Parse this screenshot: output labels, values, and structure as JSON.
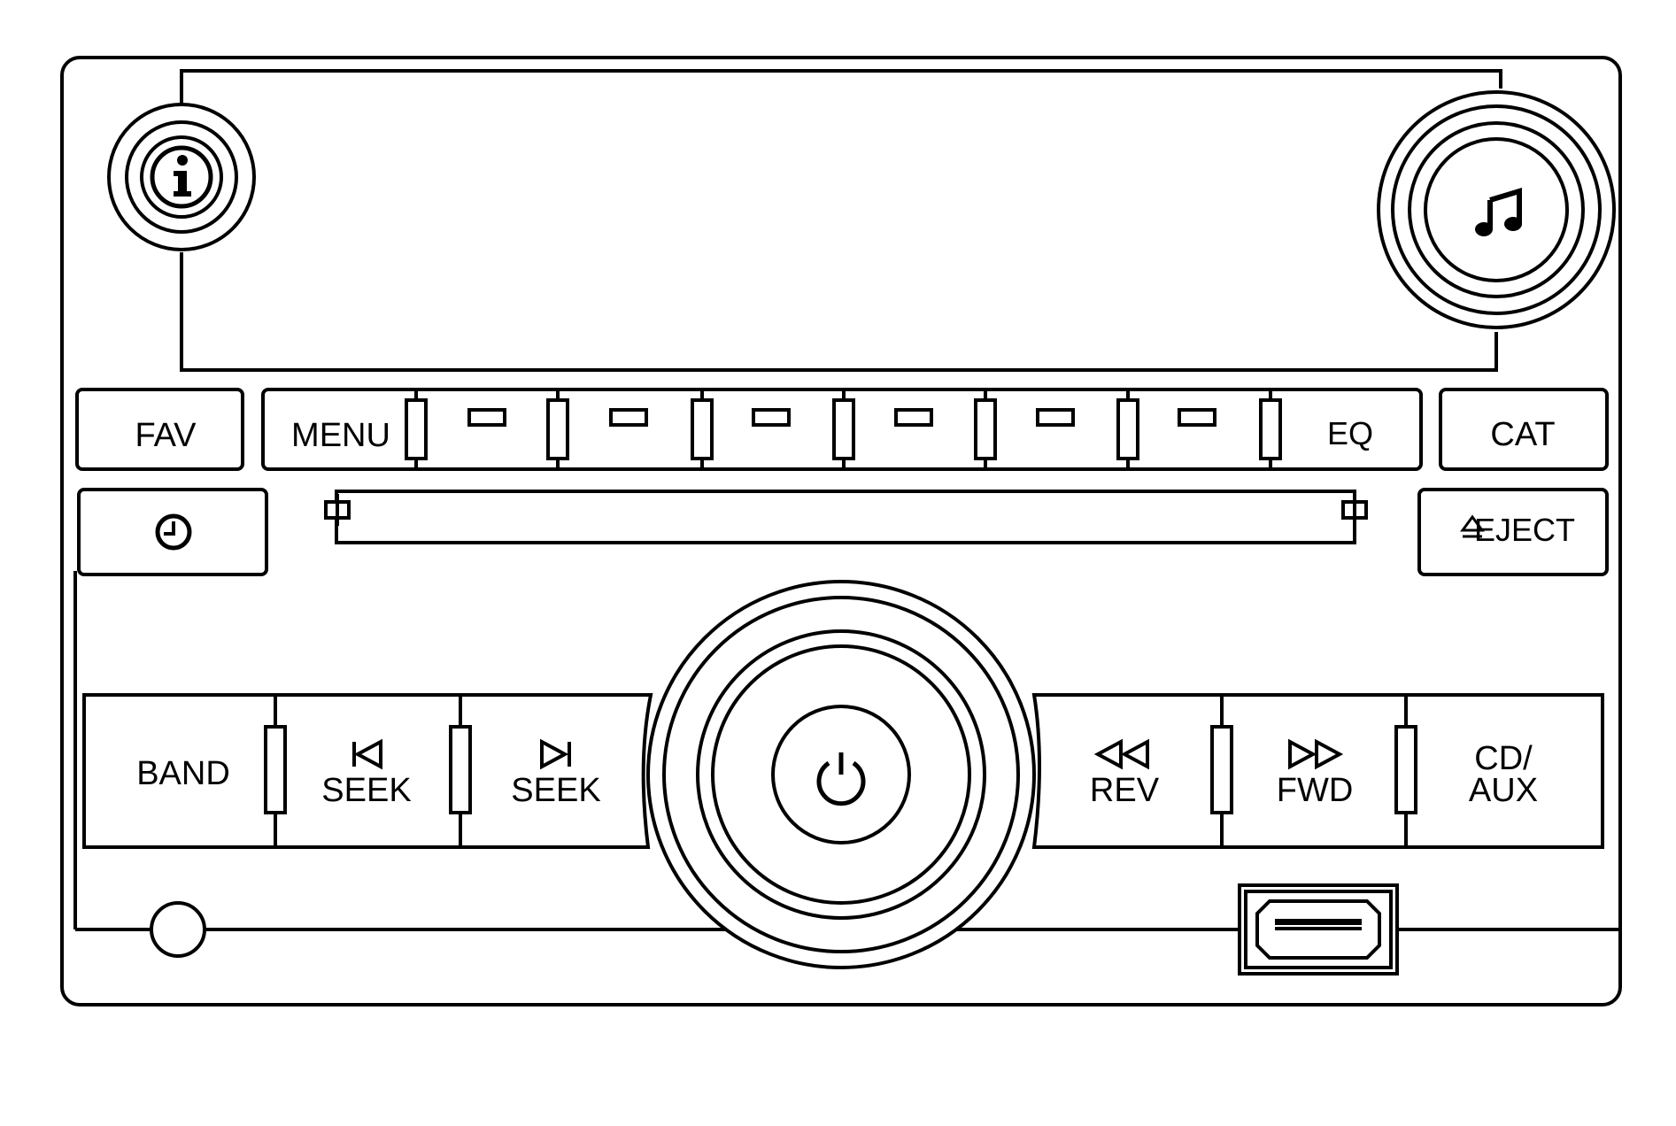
{
  "buttons": {
    "fav": "FAV",
    "menu": "MENU",
    "eq": "EQ",
    "cat": "CAT",
    "eject": "EJECT",
    "band": "BAND",
    "seek_prev": "SEEK",
    "seek_next": "SEEK",
    "rev": "REV",
    "fwd": "FWD",
    "cd_aux_line1": "CD/",
    "cd_aux_line2": "AUX"
  },
  "icons": {
    "info_knob": "info-icon",
    "tune_knob": "music-note-icon",
    "clock_button": "clock-icon",
    "power_knob": "power-icon",
    "usb_port": "usb-port-icon",
    "aux_jack": "aux-jack-icon"
  },
  "colors": {
    "line": "#000000",
    "background": "#ffffff"
  }
}
